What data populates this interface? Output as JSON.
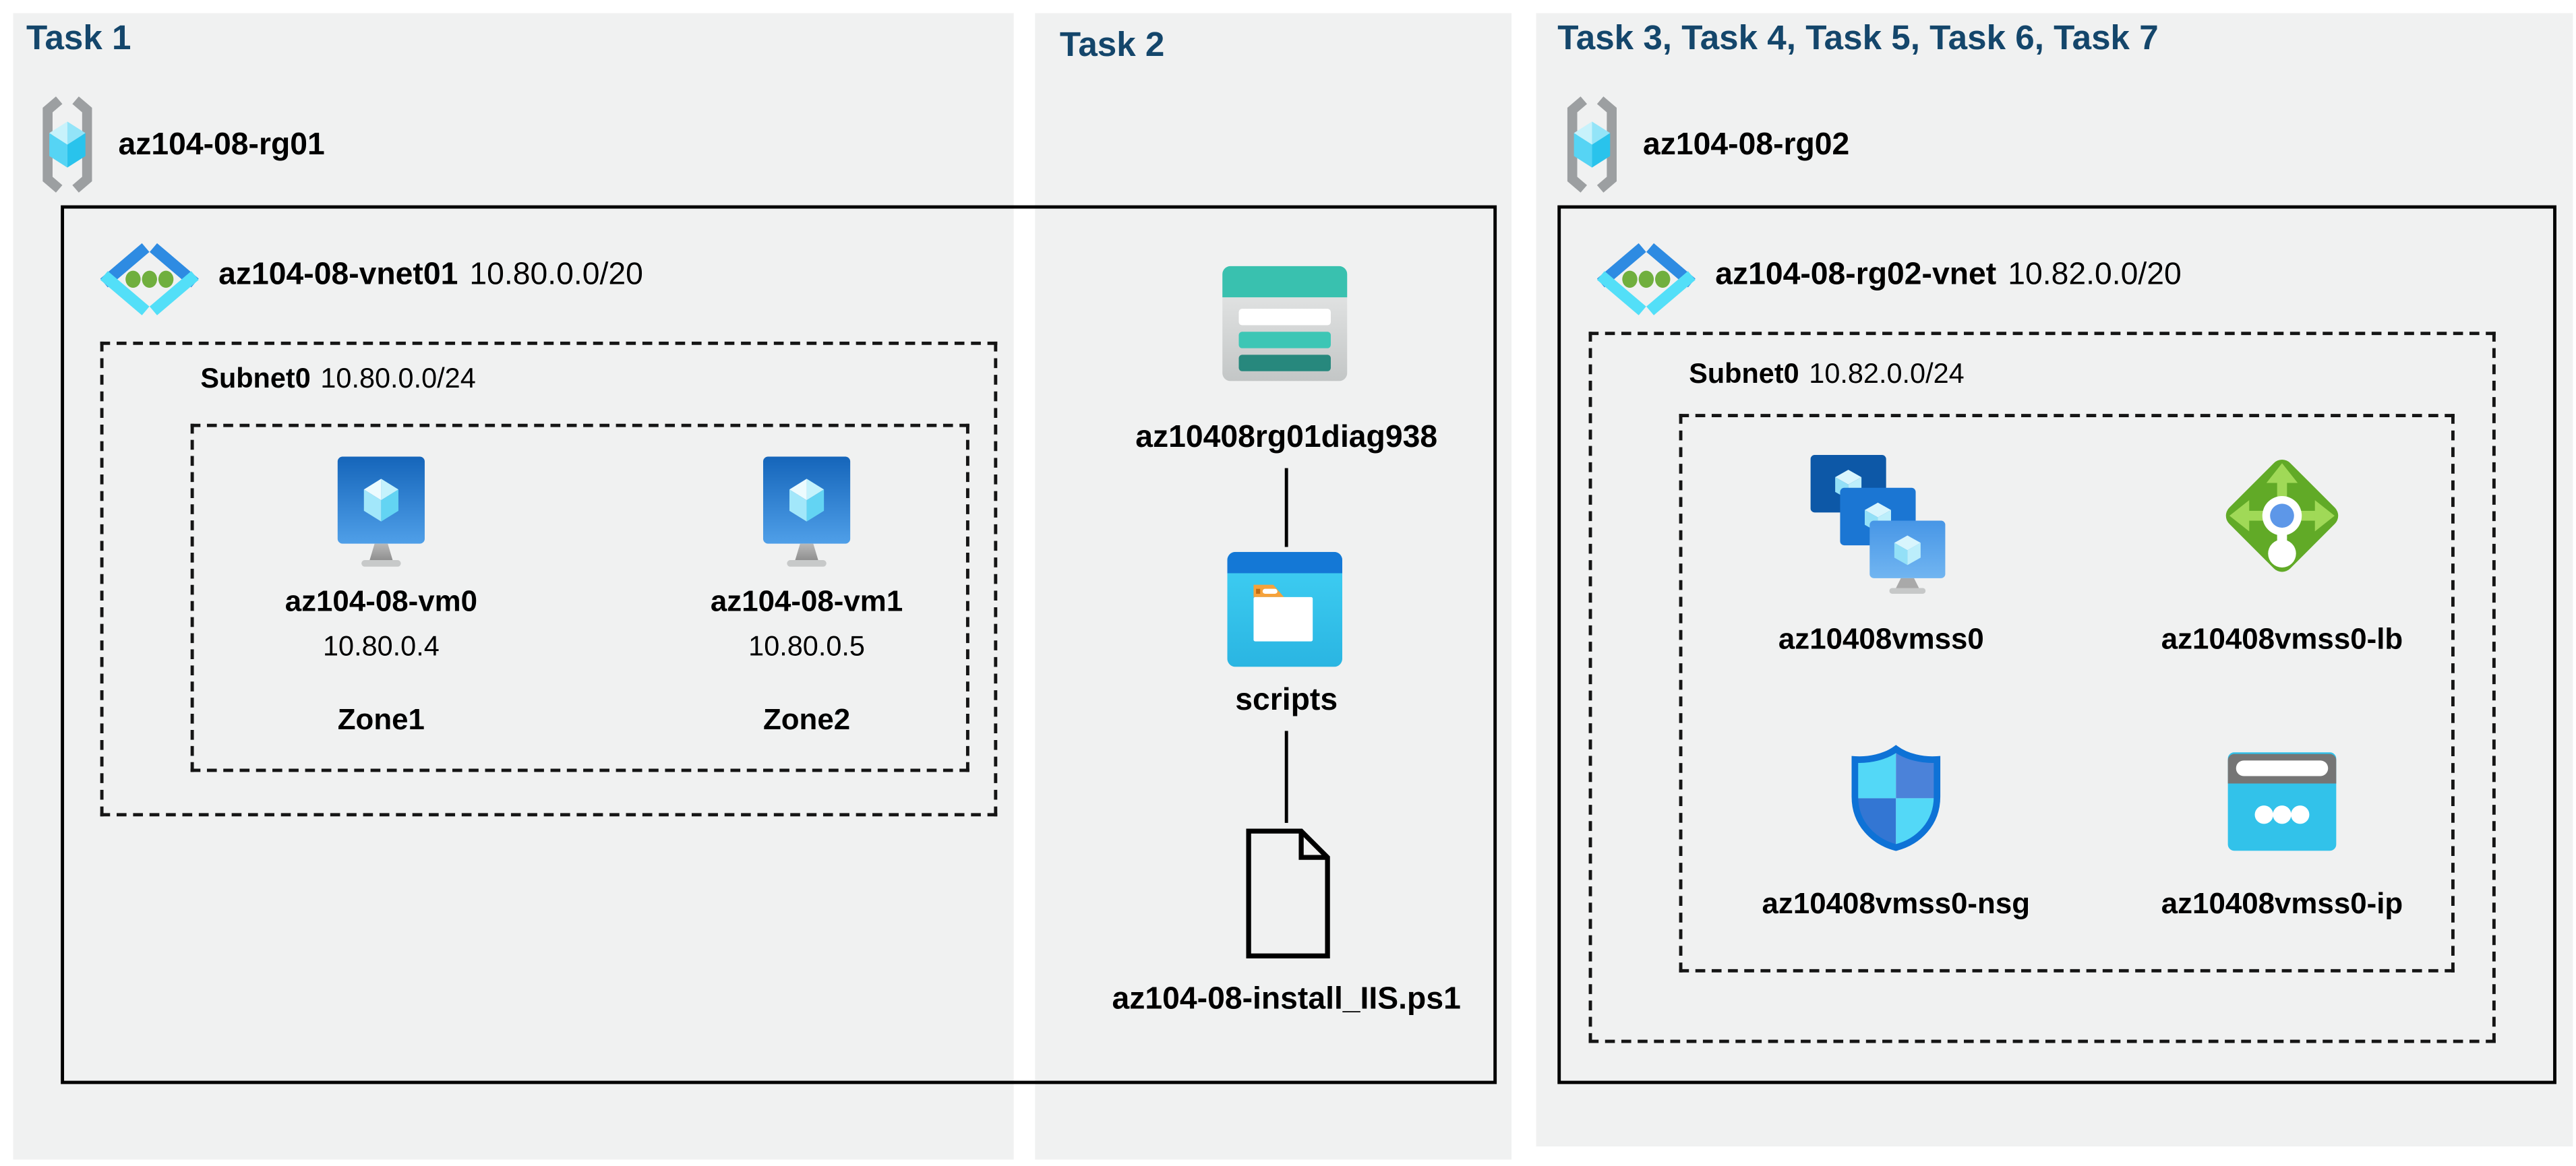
{
  "page": {
    "background": "#ffffff",
    "panel_color": "#f0f1f1",
    "title_color": "#14466b",
    "border_color": "#000000"
  },
  "icons": {
    "resource_group": "gray-brackets-cyan-cube",
    "virtual_network": "blue-angle-brackets-green-dots",
    "virtual_machine": "blue-monitor-cube",
    "storage_account": "teal-table-rows",
    "blob_container": "window-folder-orange-tab",
    "file": "document-outline-folded-corner",
    "vmss": "three-stacked-monitors",
    "load_balancer": "green-diamond-arrows",
    "nsg": "blue-quadrant-shield",
    "public_ip": "browser-window-three-dots"
  },
  "task1": {
    "title": "Task 1",
    "rg_name": "az104-08-rg01",
    "vnet_name": "az104-08-vnet01",
    "vnet_cidr": "10.80.0.0/20",
    "subnet_name": "Subnet0",
    "subnet_cidr": "10.80.0.0/24",
    "vm0": {
      "name": "az104-08-vm0",
      "ip": "10.80.0.4",
      "zone": "Zone1"
    },
    "vm1": {
      "name": "az104-08-vm1",
      "ip": "10.80.0.5",
      "zone": "Zone2"
    }
  },
  "task2": {
    "title": "Task 2",
    "storage_name": "az10408rg01diag938",
    "folder_name": "scripts",
    "file_name": "az104-08-install_IIS.ps1"
  },
  "task3": {
    "title": "Task 3, Task 4, Task 5, Task 6, Task 7",
    "rg_name": "az104-08-rg02",
    "vnet_name": "az104-08-rg02-vnet",
    "vnet_cidr": "10.82.0.0/20",
    "subnet_name": "Subnet0",
    "subnet_cidr": "10.82.0.0/24",
    "vmss_name": "az10408vmss0",
    "lb_name": "az10408vmss0-lb",
    "nsg_name": "az10408vmss0-nsg",
    "ip_name": "az10408vmss0-ip"
  }
}
